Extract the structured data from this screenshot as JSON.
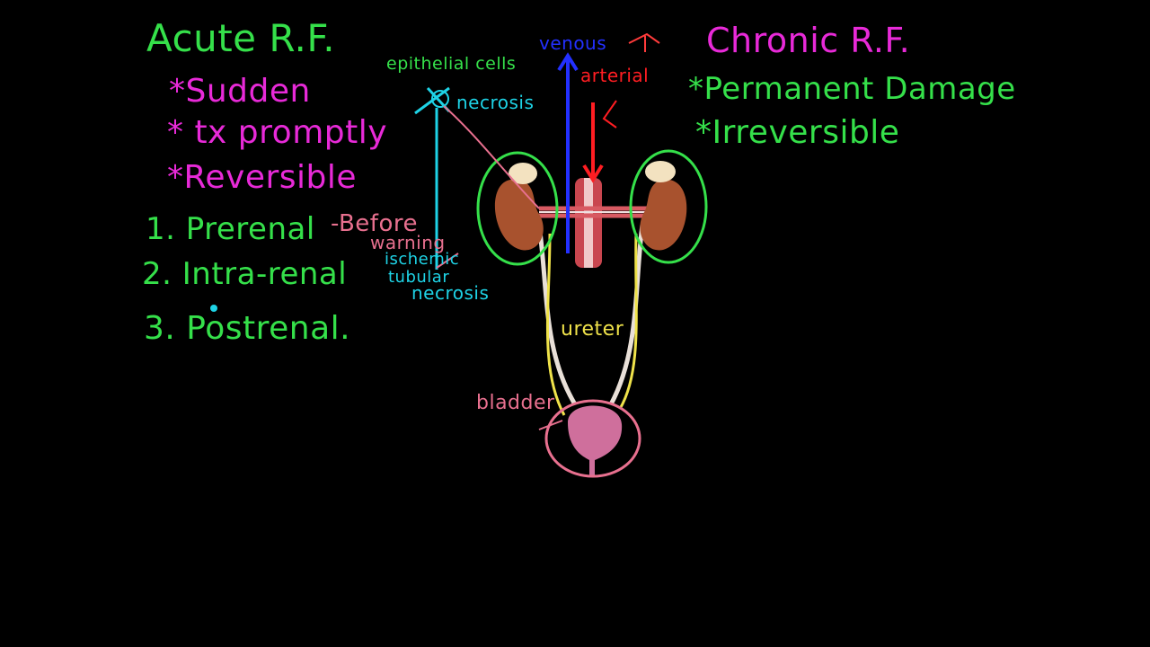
{
  "colors": {
    "background": "#000000",
    "green": "#35e04a",
    "magenta": "#e82ad8",
    "cyan": "#1ed3e6",
    "pink": "#e8708f",
    "yellow": "#efe24a",
    "blue": "#2330ff",
    "red": "#ff1d22"
  },
  "acute": {
    "title": "Acute R.F.",
    "points": [
      "*Sudden",
      "* tx promptly",
      "*Reversible"
    ],
    "causes": [
      "1. Prerenal",
      "2. Intra-renal",
      "3. Postrenal."
    ],
    "prerenal_note": "-Before",
    "warning": "warning",
    "intrarenal_note": [
      "ischemic",
      "tubular",
      "necrosis"
    ]
  },
  "chronic": {
    "title": "Chronic R.F.",
    "points": [
      "*Permanent Damage",
      "*Irreversible"
    ]
  },
  "diagram": {
    "epithelial": "epithelial cells",
    "necrosis": "necrosis",
    "venous": "venous",
    "arterial": "arterial",
    "ureter": "ureter",
    "bladder": "bladder"
  }
}
